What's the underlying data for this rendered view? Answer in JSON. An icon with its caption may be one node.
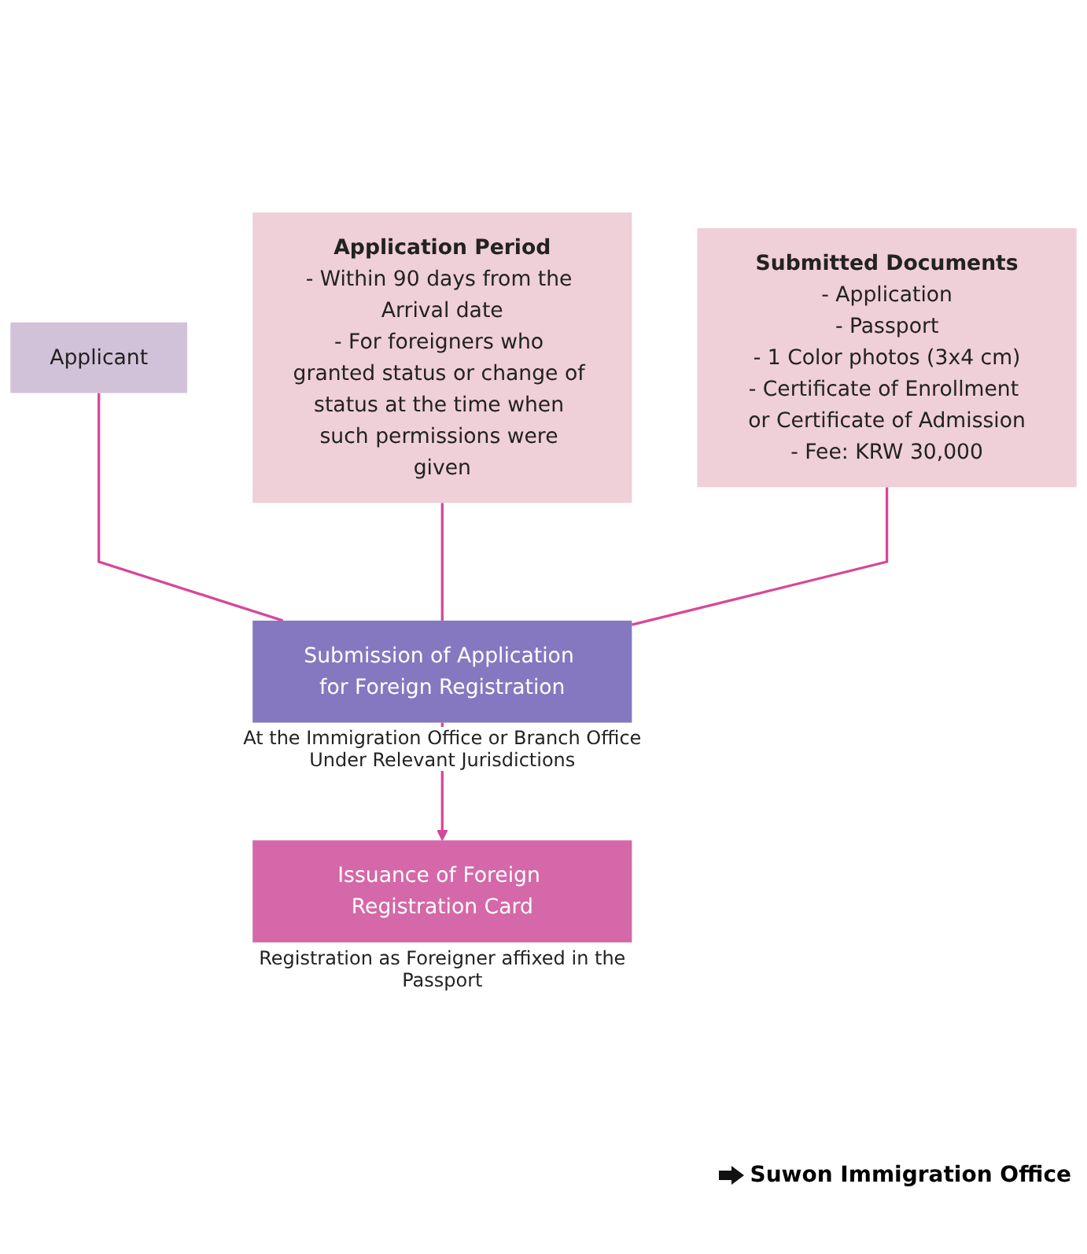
{
  "diagram": {
    "nodes": [
      {
        "text": [
          "Applicant"
        ]
      },
      {
        "text": [
          "Application Period",
          "- Within 90 days from the Arrival date",
          "- For foreigners who granted status or change of status at the time when such permissions were given"
        ]
      },
      {
        "text": [
          "Submitted Documents",
          "- Application",
          "- Passport",
          "- 1 Color photos (3x4 cm)",
          "- Certificate of Enrollment or Certificate of Admission",
          "- Fee: KRW 30,000"
        ]
      },
      {
        "text": [
          "Submission of Application for Foreign Registration"
        ],
        "beside": [
          "At the Immigration Office or Branch Office Under Relevant Jurisdictions"
        ]
      },
      {
        "text": [
          "Issuance of Foreign Registration Card"
        ],
        "beside": [
          "Registration as Foreigner affixed in the Passport"
        ]
      }
    ],
    "edges": [
      {
        "from": 0,
        "to": 3,
        "arrow": "none"
      },
      {
        "from": 1,
        "to": 3,
        "arrow": "none"
      },
      {
        "from": 2,
        "to": 3,
        "arrow": "none"
      },
      {
        "from": 3,
        "to": 4,
        "arrow": "to"
      }
    ],
    "labels": [
      "Suwon Immigration Office"
    ]
  }
}
